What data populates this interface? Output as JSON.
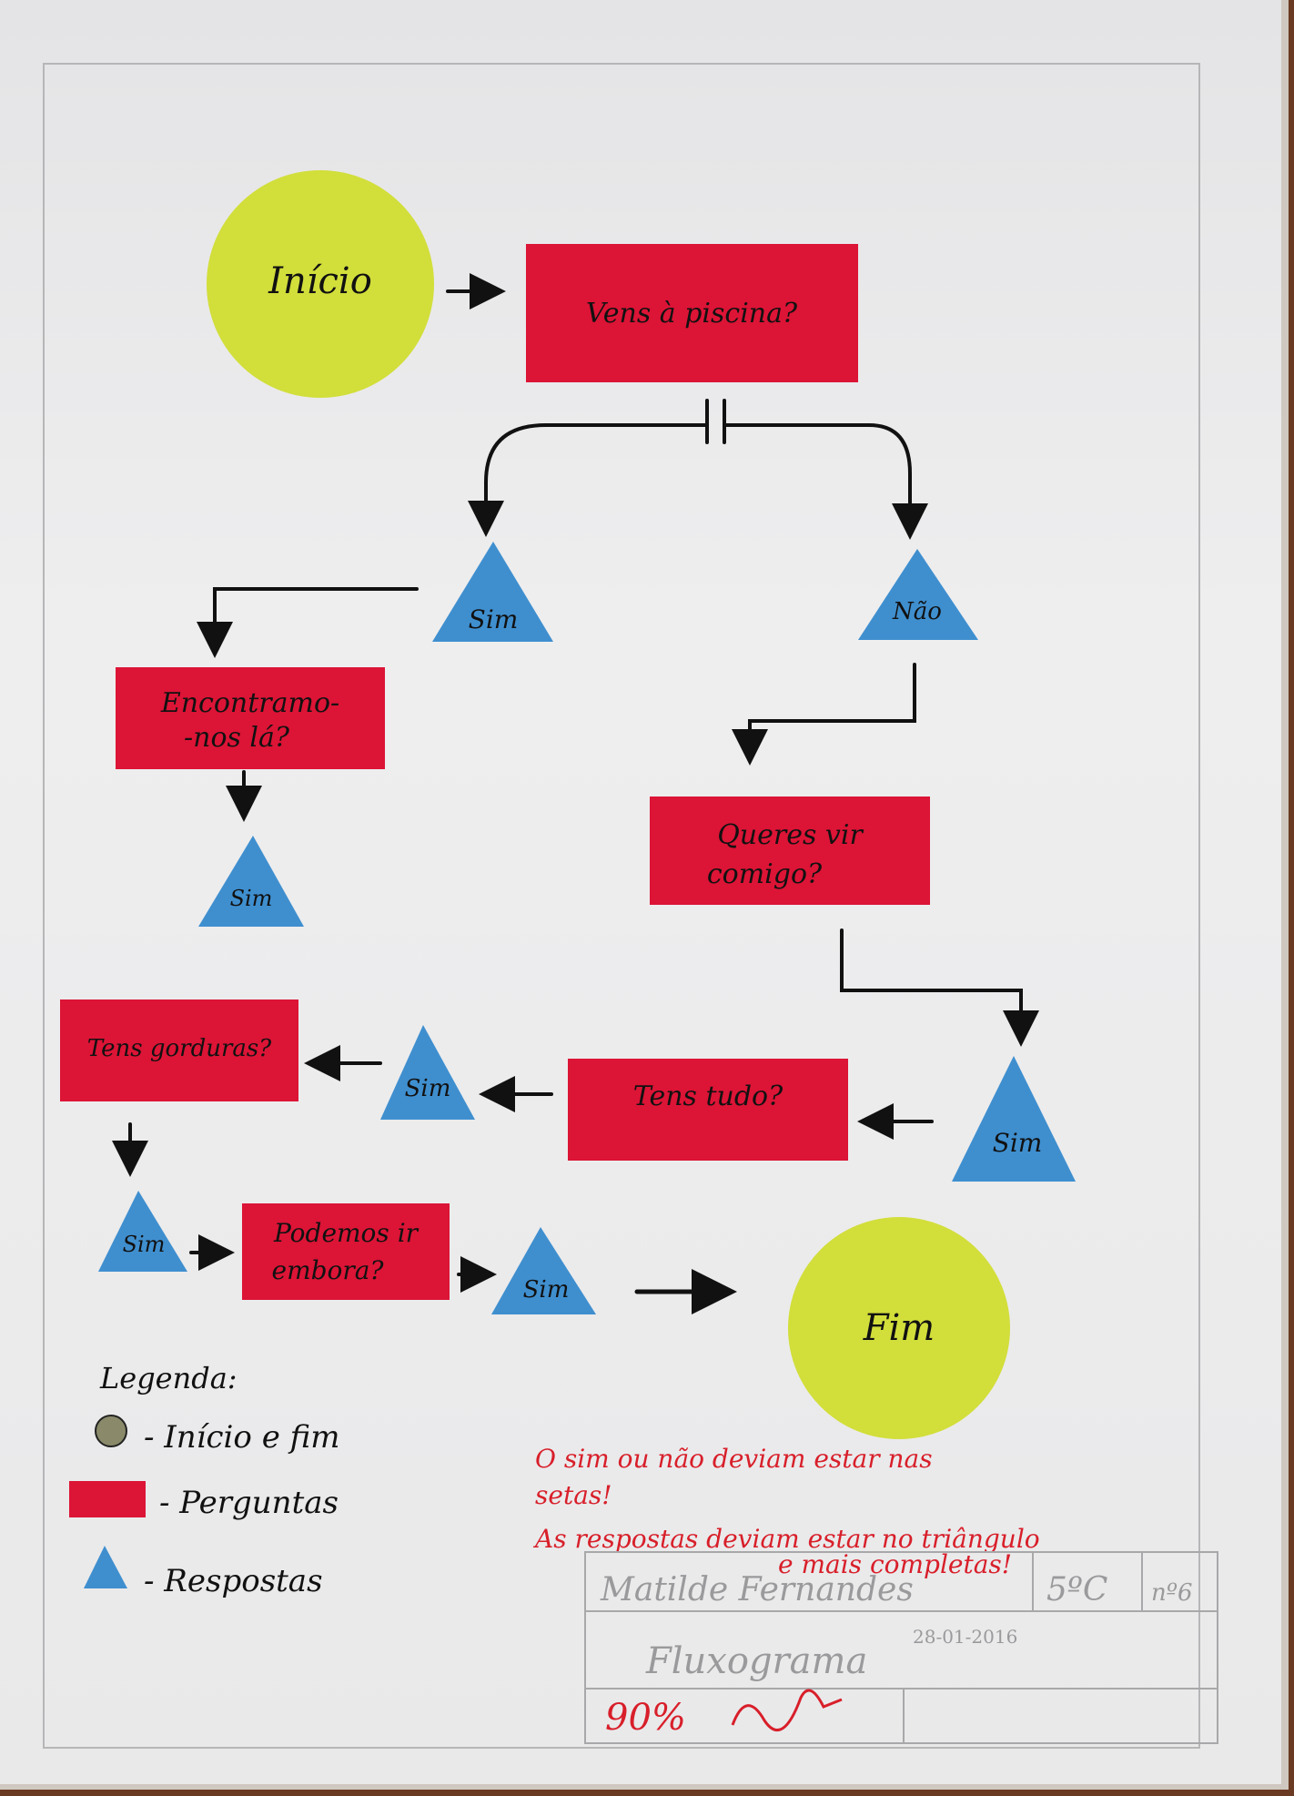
{
  "nodes": {
    "start": "Início",
    "q1": "Vens à piscina?",
    "yes1": "Sim",
    "no1": "Não",
    "q2_line1": "Encontramo-",
    "q2_line2": "-nos lá?",
    "yes2": "Sim",
    "q3_line1": "Queres vir",
    "q3_line2": "comigo?",
    "yes3": "Sim",
    "q4": "Tens tudo?",
    "yes4": "Sim",
    "q5": "Tens gorduras?",
    "yes5": "Sim",
    "q6_line1": "Podemos ir",
    "q6_line2": "embora?",
    "yes6": "Sim",
    "end": "Fim"
  },
  "legend": {
    "title": "Legenda:",
    "circle": "- Início e fim",
    "rect": "- Perguntas",
    "triangle": "- Respostas"
  },
  "teacher_note": {
    "line1": "O sim ou não deviam estar nas",
    "line2": "setas!",
    "line3": "As respostas deviam estar no triângulo",
    "line4": "e mais completas!"
  },
  "title_block": {
    "student": "Matilde Fernandes",
    "class": "5ºC",
    "number": "nº6",
    "date": "28-01-2016",
    "work": "Fluxograma",
    "grade": "90%"
  },
  "colors": {
    "circle": "#d2de3a",
    "rect": "#dc1436",
    "triangle": "#3f8fcf",
    "teacher_ink": "#d81f2a"
  }
}
